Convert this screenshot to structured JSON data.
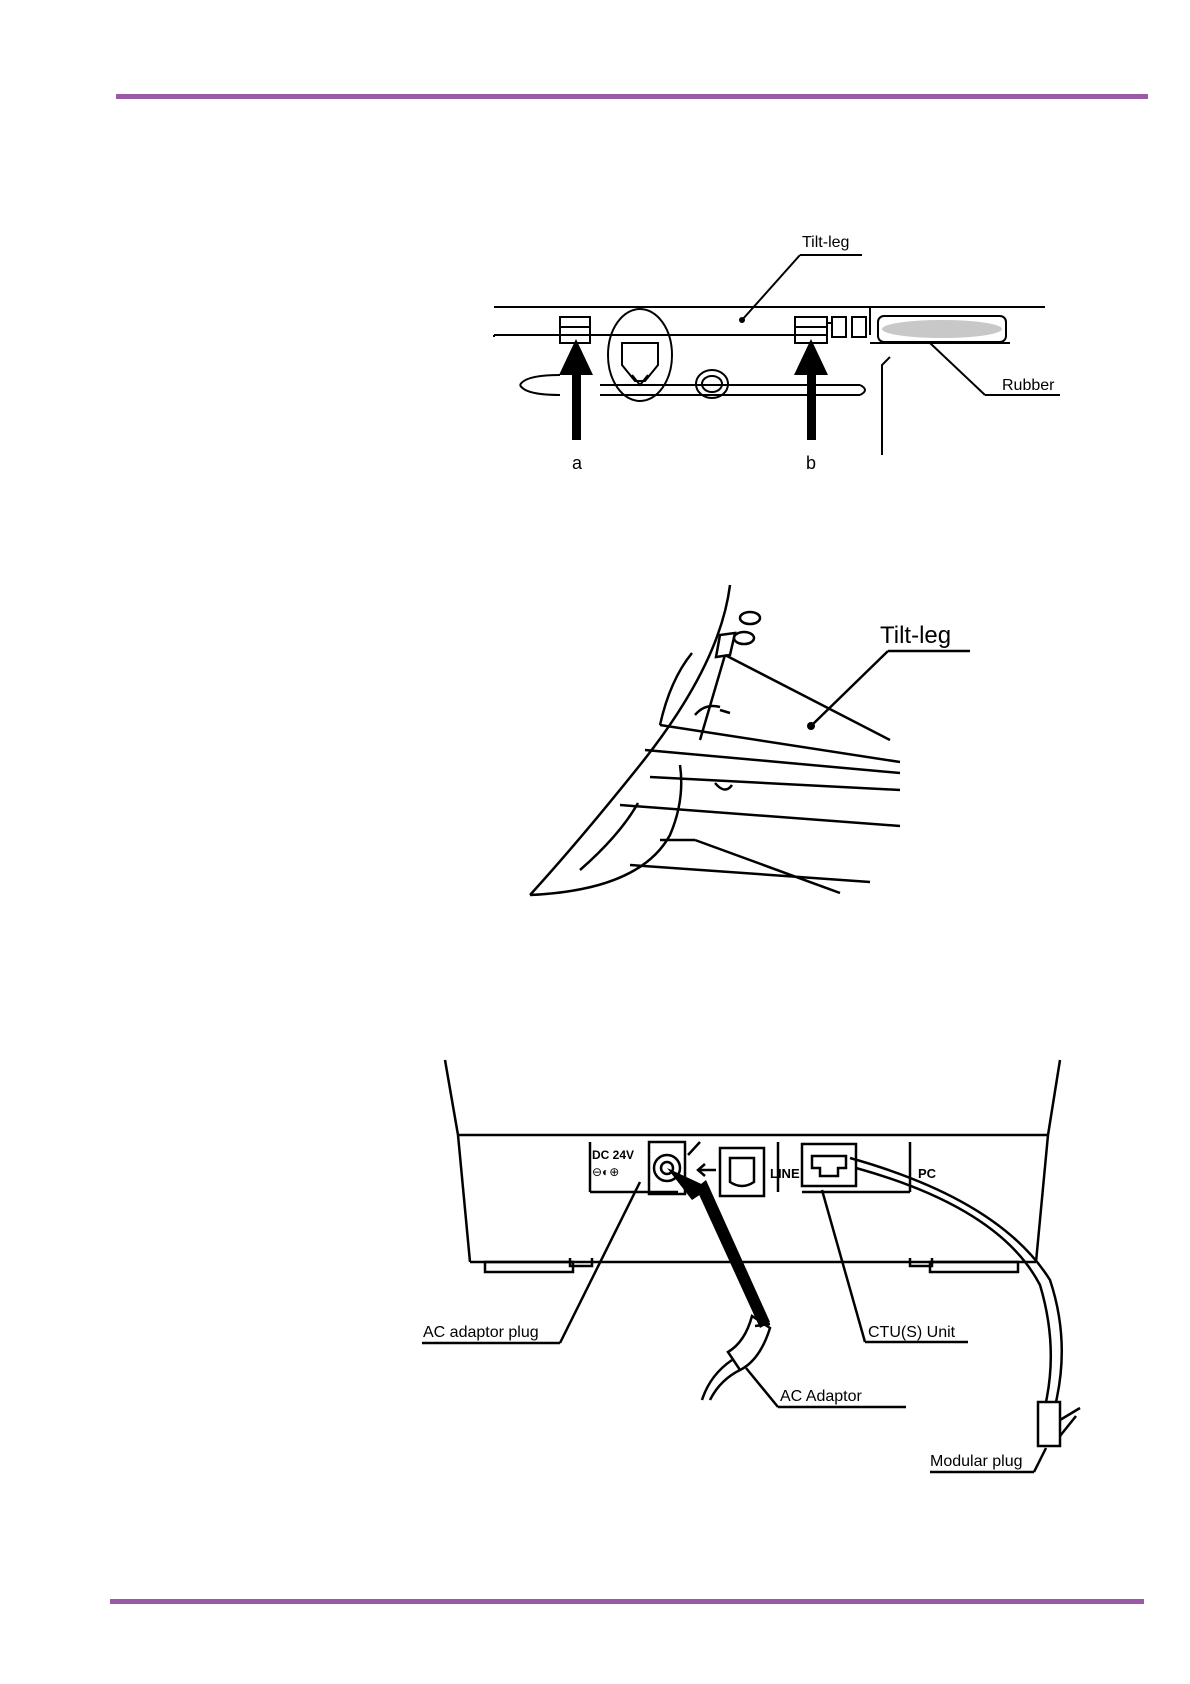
{
  "colors": {
    "rule": "#9b59a9",
    "ink": "#000000",
    "rubber_fill": "#c8c8c8"
  },
  "figure1": {
    "label_tiltleg": "Tilt-leg",
    "label_rubber": "Rubber",
    "label_a": "a",
    "label_b": "b"
  },
  "figure2": {
    "label_tiltleg": "Tilt-leg"
  },
  "figure3": {
    "port_dc": "DC 24V",
    "port_dc_polarity": "⊖◐⊕",
    "port_line": "LINE",
    "port_pc": "PC",
    "label_ac_adaptor_plug": "AC adaptor plug",
    "label_ctu_unit": "CTU(S) Unit",
    "label_ac_adaptor": "AC Adaptor",
    "label_modular_plug": "Modular plug"
  }
}
